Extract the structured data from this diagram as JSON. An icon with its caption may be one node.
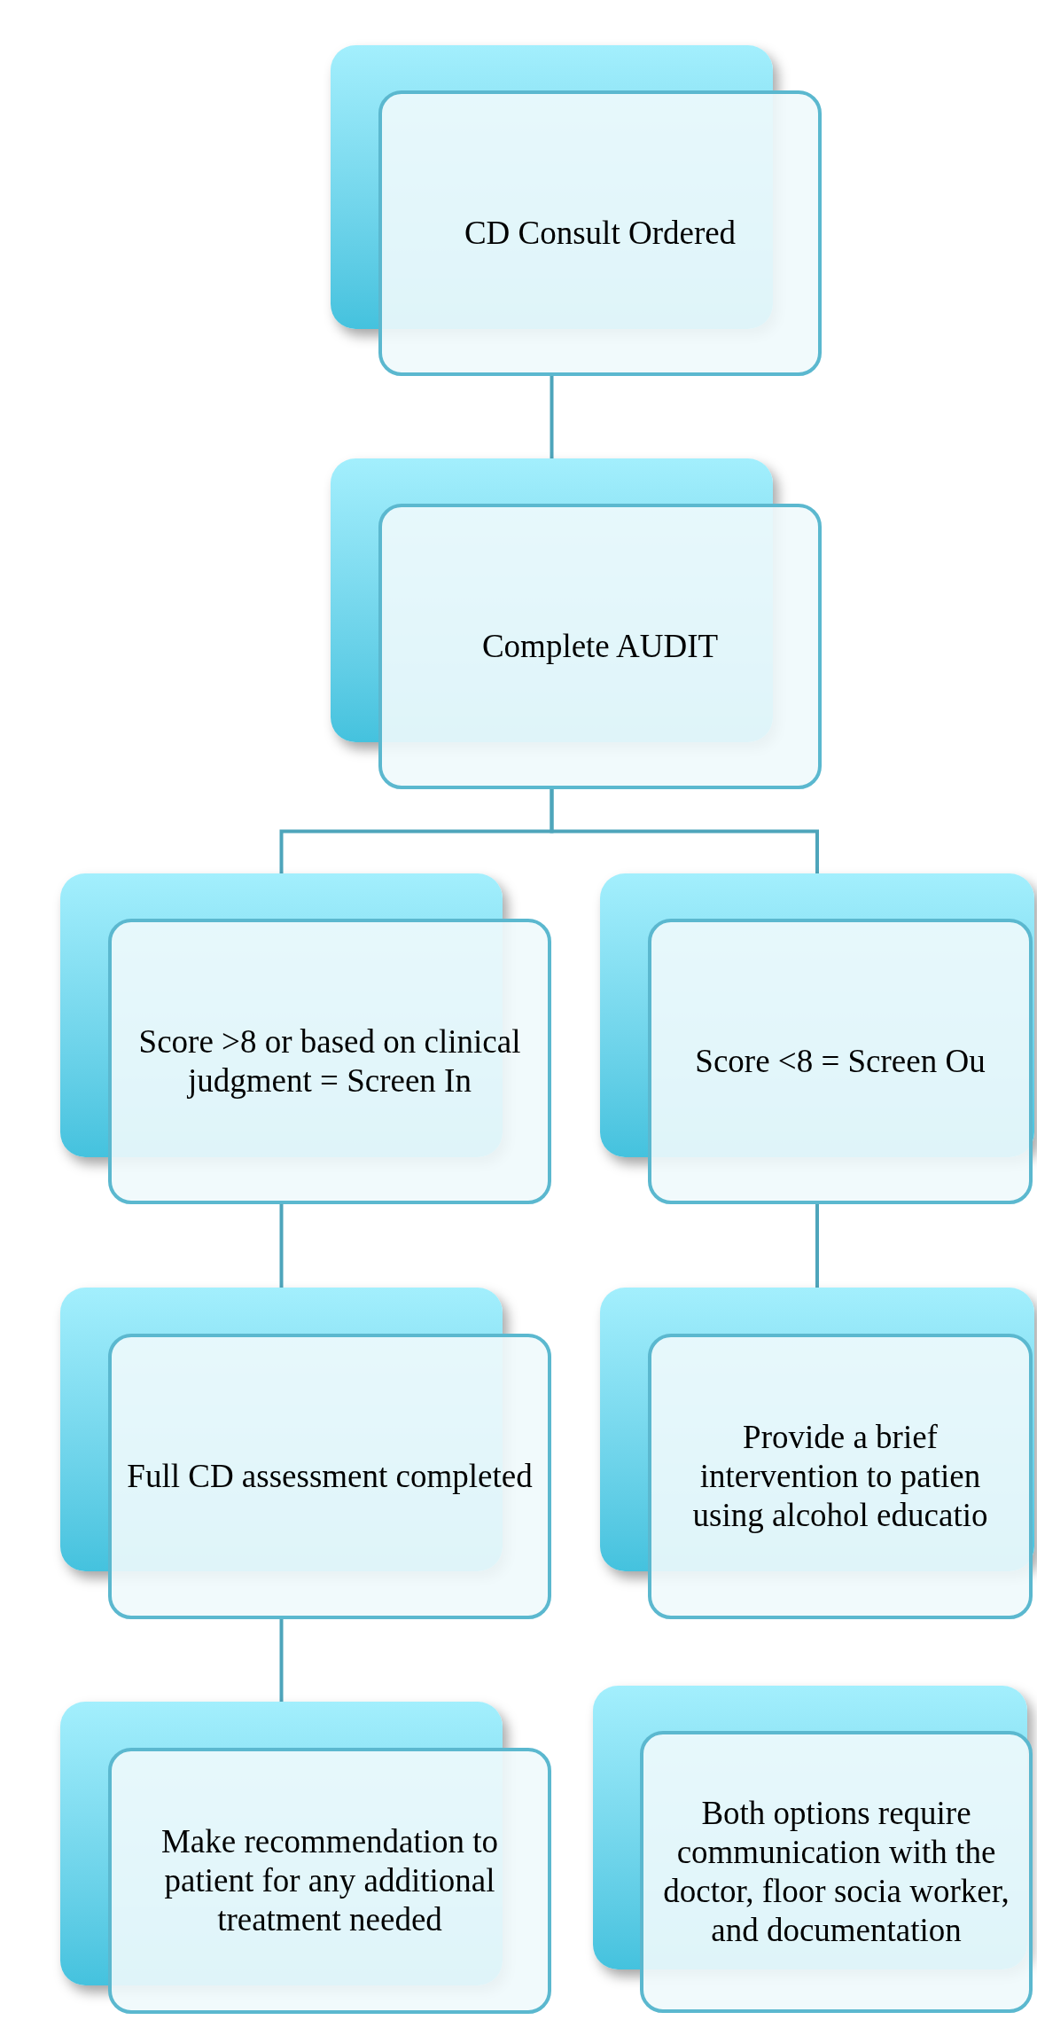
{
  "diagram": {
    "nodes": [
      {
        "text": [
          "CD Consult Ordered"
        ]
      },
      {
        "text": [
          "Complete AUDIT"
        ]
      },
      {
        "text": [
          "Score >8 or based on clinical judgment = Screen In"
        ]
      },
      {
        "text": [
          "Score <8 = Screen Ou"
        ]
      },
      {
        "text": [
          "Full CD assessment completed"
        ]
      },
      {
        "text": [
          "Provide a brief intervention to patien using alcohol educatio"
        ]
      },
      {
        "text": [
          "Make recommendation to patient for any additional treatment needed"
        ]
      },
      {
        "text": [
          "Both options require communication with the doctor, floor socia worker, and documentation"
        ]
      }
    ],
    "edges": [
      {
        "from": 0,
        "to": 1,
        "arrow": "none"
      },
      {
        "from": 1,
        "to": 2,
        "arrow": "none"
      },
      {
        "from": 1,
        "to": 3,
        "arrow": "none"
      },
      {
        "from": 2,
        "to": 4,
        "arrow": "none"
      },
      {
        "from": 3,
        "to": 5,
        "arrow": "none"
      },
      {
        "from": 4,
        "to": 6,
        "arrow": "none"
      }
    ]
  }
}
